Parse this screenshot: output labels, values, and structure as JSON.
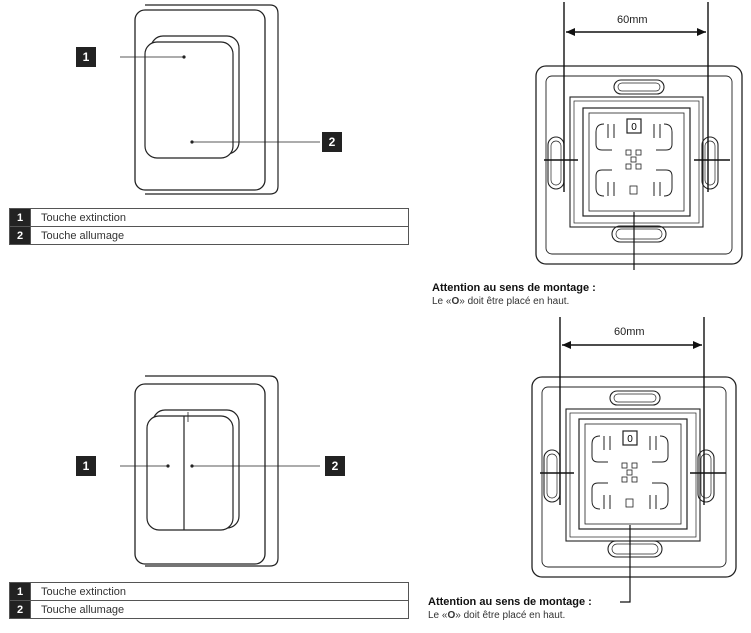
{
  "top": {
    "callouts": [
      "1",
      "2"
    ],
    "legend": [
      {
        "num": "1",
        "label": "Touche extinction"
      },
      {
        "num": "2",
        "label": "Touche allumage"
      }
    ],
    "dimension": "60mm",
    "note_title": "Attention au sens de montage :",
    "note_text_pre": "Le «",
    "note_symbol": "O",
    "note_text_post": "» doit être placé en haut."
  },
  "bottom": {
    "callouts": [
      "1",
      "2"
    ],
    "legend": [
      {
        "num": "1",
        "label": "Touche extinction"
      },
      {
        "num": "2",
        "label": "Touche allumage"
      }
    ],
    "dimension": "60mm",
    "note_title": "Attention au sens de montage :",
    "note_text_pre": "Le «",
    "note_symbol": "O",
    "note_text_post": "» doit être placé en haut."
  },
  "insert_marker": "0"
}
